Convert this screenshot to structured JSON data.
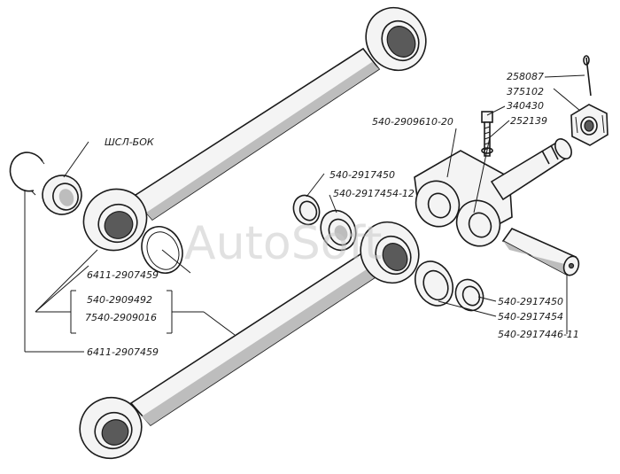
{
  "watermark": "AutoSoft",
  "labels": {
    "spl_bok": "ШСЛ-БОК",
    "ring_top": "6411-2907459",
    "ring_bottom": "6411-2907459",
    "rod_a": "540-2909492",
    "rod_b": "7540-2909016",
    "seal_top": "540-2917450",
    "seal_top_b": "540-2917454-12",
    "bracket": "540-2909610-20",
    "pin_cotter": "258087",
    "nut": "375102",
    "bolt": "340430",
    "washer": "252139",
    "seal_r1": "540-2917450",
    "seal_r2": "540-2917454",
    "pin_r": "540-2917446-11"
  }
}
